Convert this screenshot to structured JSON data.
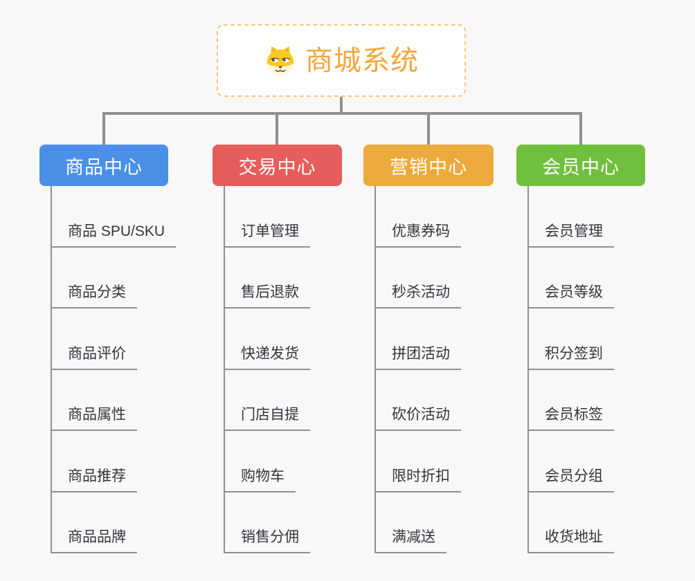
{
  "root": {
    "title": "商城系统",
    "icon": "shiba-dog-icon",
    "title_color": "#f2a73b",
    "border_color": "#f3c879"
  },
  "connector_color": "#909090",
  "branches": [
    {
      "label": "商品中心",
      "color": "#4b90e8",
      "children": [
        "商品 SPU/SKU",
        "商品分类",
        "商品评价",
        "商品属性",
        "商品推荐",
        "商品品牌"
      ]
    },
    {
      "label": "交易中心",
      "color": "#e65d5b",
      "children": [
        "订单管理",
        "售后退款",
        "快递发货",
        "门店自提",
        "购物车",
        "销售分佣"
      ]
    },
    {
      "label": "营销中心",
      "color": "#ecaa3c",
      "children": [
        "优惠券码",
        "秒杀活动",
        "拼团活动",
        "砍价活动",
        "限时折扣",
        "满减送"
      ]
    },
    {
      "label": "会员中心",
      "color": "#71bf3f",
      "children": [
        "会员管理",
        "会员等级",
        "积分签到",
        "会员标签",
        "会员分组",
        "收货地址"
      ]
    }
  ]
}
